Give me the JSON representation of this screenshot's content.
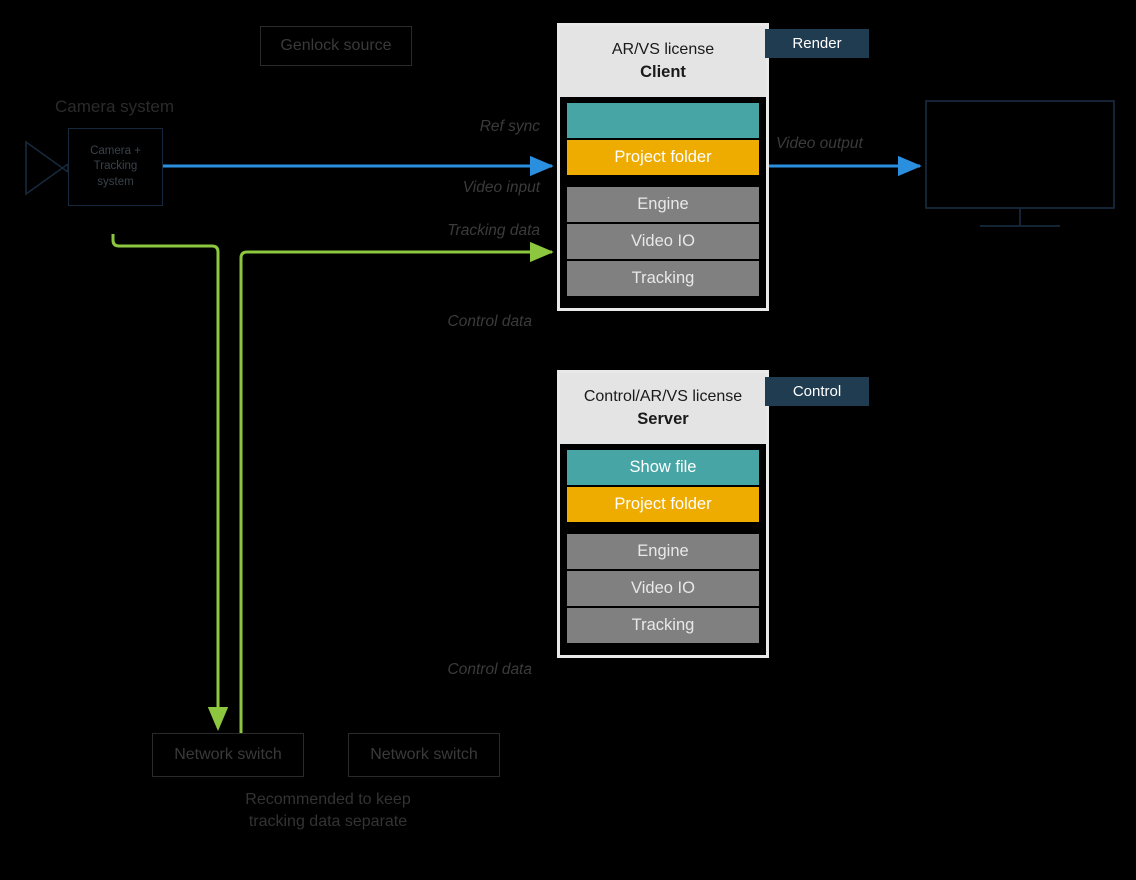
{
  "diagram": {
    "title_labels": {
      "camera_system": "Camera system",
      "genlock_source": "Genlock source"
    },
    "camera": {
      "line1": "Camera +",
      "line2": "Tracking",
      "line3": "system",
      "full_label": "Camera + Tracking system"
    },
    "machines": [
      {
        "id": "client",
        "header_top": "AR/VS license",
        "header_bottom": "Client",
        "badge": "Render",
        "bars": [
          {
            "label": "",
            "color": "#48a5a5",
            "name": "show-file-bar"
          },
          {
            "label": "Project folder",
            "color": "#eeab00",
            "name": "project-folder-bar"
          },
          {
            "label": "Engine",
            "color": "#808080",
            "name": "engine-bar"
          },
          {
            "label": "Video IO",
            "color": "#808080",
            "name": "video-io-bar"
          },
          {
            "label": "Tracking",
            "color": "#808080",
            "name": "tracking-bar"
          }
        ]
      },
      {
        "id": "server",
        "header_top": "Control/AR/VS license",
        "header_bottom": "Server",
        "badge": "Control",
        "bars": [
          {
            "label": "Show file",
            "color": "#48a5a5",
            "name": "show-file-bar"
          },
          {
            "label": "Project folder",
            "color": "#eeab00",
            "name": "project-folder-bar"
          },
          {
            "label": "Engine",
            "color": "#808080",
            "name": "engine-bar"
          },
          {
            "label": "Video IO",
            "color": "#808080",
            "name": "video-io-bar"
          },
          {
            "label": "Tracking",
            "color": "#808080",
            "name": "tracking-bar"
          }
        ]
      }
    ],
    "flow_labels": {
      "ref_sync": "Ref sync",
      "video_input": "Video input",
      "tracking_data": "Tracking data",
      "control_data_top": "Control data",
      "control_data_bottom": "Control data",
      "video_output": "Video output"
    },
    "network_switches": [
      {
        "label": "Network switch"
      },
      {
        "label": "Network switch"
      }
    ],
    "note": {
      "line1": "Recommended to keep",
      "line2": "tracking data separate"
    },
    "colors": {
      "teal": "#48a5a5",
      "gold": "#eeab00",
      "gray": "#808080",
      "badge_navy": "#1f3c50",
      "video_blue": "#2b8fe0",
      "tracking_green": "#8dc63f",
      "outline_navy": "#16293c",
      "header_gray": "#e4e4e4",
      "background": "#000000"
    }
  }
}
